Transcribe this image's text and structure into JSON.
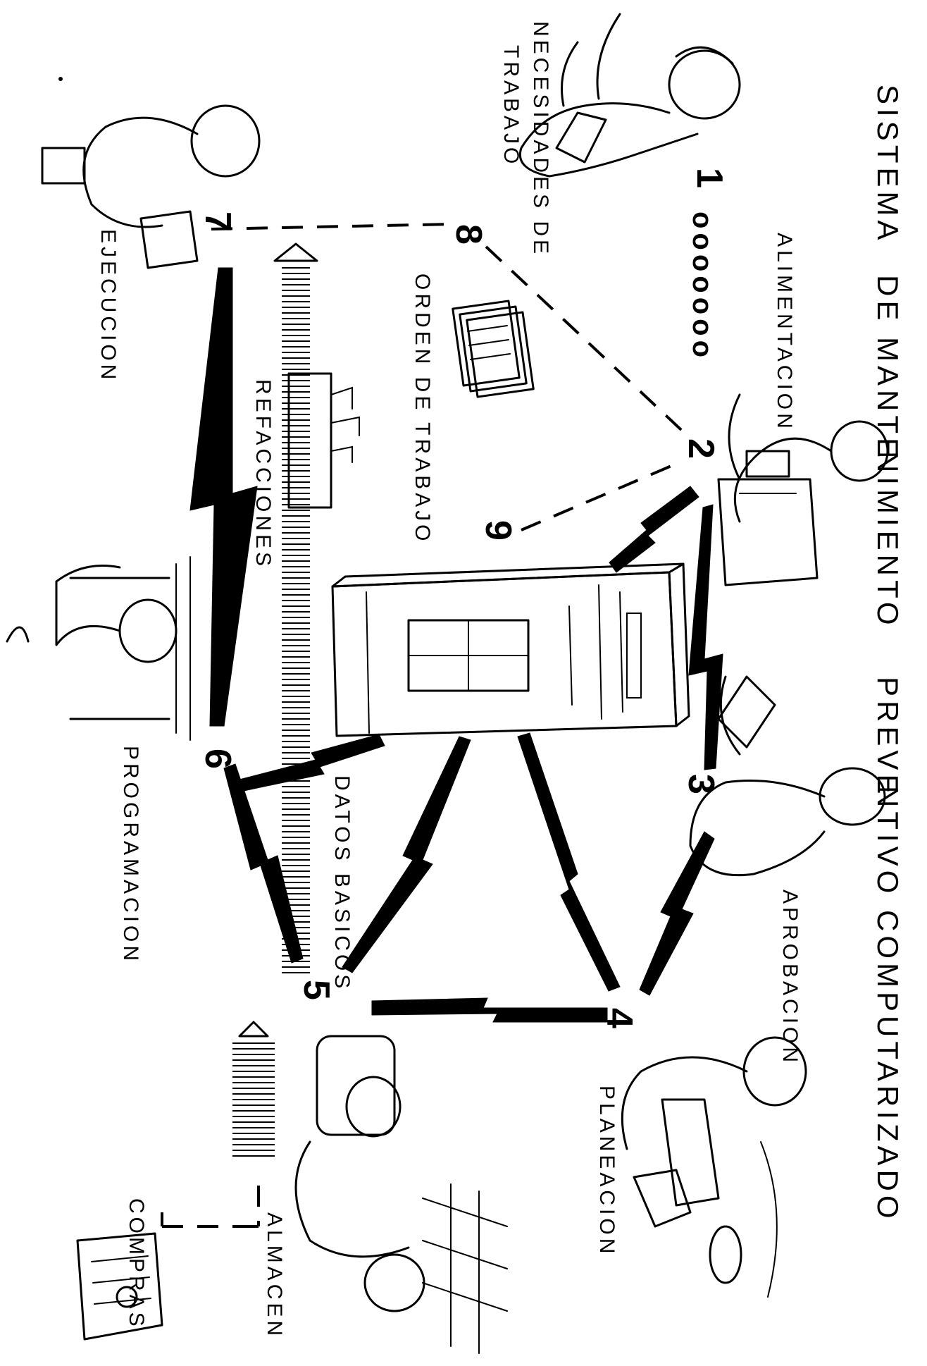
{
  "title": {
    "part1": "SISTEMA",
    "part2": "DE MANTE",
    "part3": "NIMIENTO",
    "part4": "PREVE",
    "part5": "NTIVO COMPUTARIZADO"
  },
  "nodes": [
    {
      "number": "1",
      "label": "NECESIDADES DE TRABAJO",
      "label_lines": [
        "NECESIDADES DE",
        "TRABAJO"
      ]
    },
    {
      "number": "2",
      "label": "ALIMENTACION"
    },
    {
      "number": "3",
      "label": "APROBACION"
    },
    {
      "number": "4",
      "label": "PLANEACION"
    },
    {
      "number": "5",
      "label": ""
    },
    {
      "number": "6",
      "label": "PROGRAMACION"
    },
    {
      "number": "7",
      "label": "EJECUCION"
    },
    {
      "number": "8",
      "label": ""
    },
    {
      "number": "9",
      "label": ""
    }
  ],
  "labels": {
    "orden": "ORDEN DE TRABAJO",
    "refacciones": "REFACCIONES",
    "datos": "DATOS BASICOS",
    "almacen": "ALMACEN",
    "compras": "COMPRAS",
    "dots": "ooooooo"
  }
}
